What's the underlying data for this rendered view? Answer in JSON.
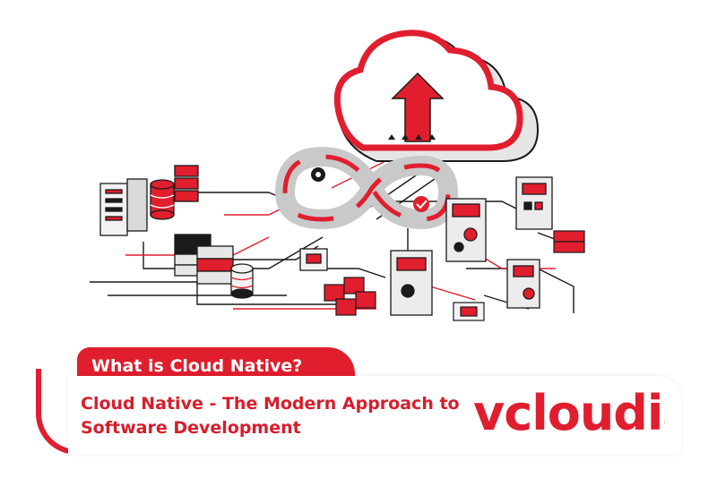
{
  "header": {
    "tag_label": "What is Cloud Native?"
  },
  "main": {
    "subtitle": "Cloud Native - The Modern Approach to Software Development"
  },
  "brand": {
    "logo_text": "vcloudia",
    "accent_color": "#e01e2e",
    "dark_color": "#1a1a1a"
  },
  "icons": [
    "cloud-icon",
    "upload-arrow-icon",
    "infinity-devops-icon",
    "server-rack-icon",
    "database-icon",
    "gear-icon",
    "container-icon"
  ]
}
